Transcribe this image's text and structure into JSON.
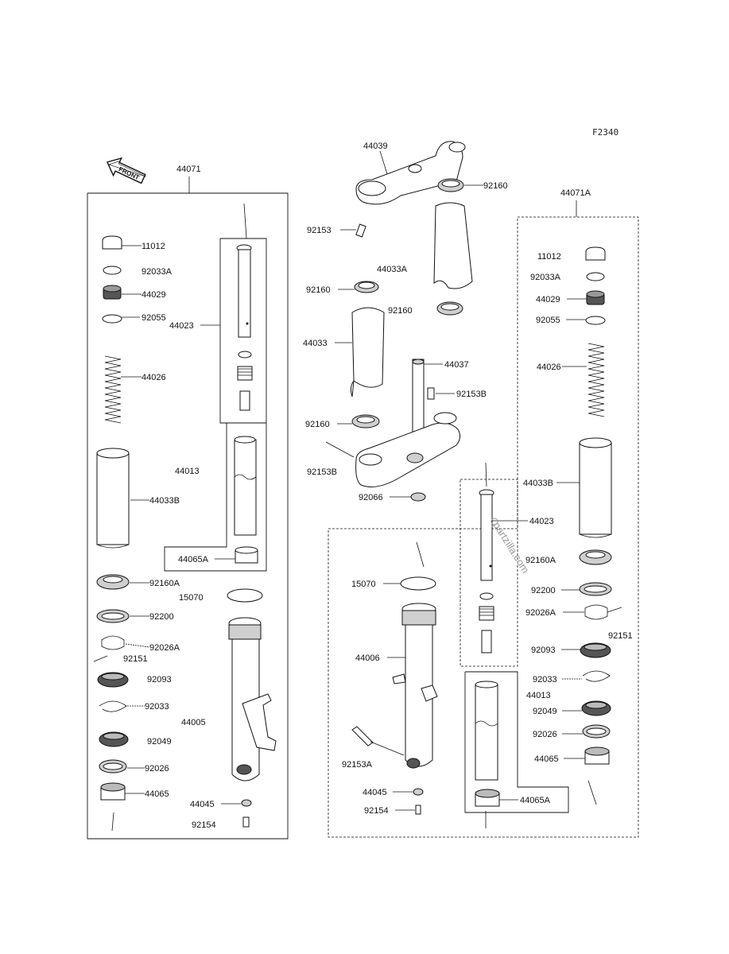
{
  "diagram": {
    "code": "F2340",
    "front_label": "FRONT",
    "watermark": "partzilla.com",
    "footer": "",
    "labels": {
      "l44071": "44071",
      "l44071A": "44071A",
      "l44039": "44039",
      "l92160_top": "92160",
      "l92153": "92153",
      "l44033A": "44033A",
      "l92160_a": "92160",
      "l92160_b": "92160",
      "l44033": "44033",
      "l44037": "44037",
      "l92153B_r": "92153B",
      "l92160_c": "92160",
      "l92153B_l": "92153B",
      "l92066": "92066",
      "L_11012": "11012",
      "L_92033A": "92033A",
      "L_44029": "44029",
      "L_92055": "92055",
      "L_44023": "44023",
      "L_44026": "44026",
      "L_44013": "44013",
      "L_44033B": "44033B",
      "L_44065A": "44065A",
      "L_92160A": "92160A",
      "L_15070": "15070",
      "L_92200": "92200",
      "L_92026A": "92026A",
      "L_92151": "92151",
      "L_92093": "92093",
      "L_92033": "92033",
      "L_44005": "44005",
      "L_92049": "92049",
      "L_92026": "92026",
      "L_44065": "44065",
      "L_44045": "44045",
      "L_92154": "92154",
      "R_11012": "11012",
      "R_92033A": "92033A",
      "R_44029": "44029",
      "R_92055": "92055",
      "R_44026": "44026",
      "R_44033B": "44033B",
      "R_44023": "44023",
      "R_92160A": "92160A",
      "R_92200": "92200",
      "R_92026A": "92026A",
      "R_92151": "92151",
      "R_92093": "92093",
      "R_92033": "92033",
      "R_44013": "44013",
      "R_92049": "92049",
      "R_92026": "92026",
      "R_44065": "44065",
      "R_44065A": "44065A",
      "R_15070": "15070",
      "R_44006": "44006",
      "R_92153A": "92153A",
      "R_44045": "44045",
      "R_92154": "92154"
    }
  }
}
